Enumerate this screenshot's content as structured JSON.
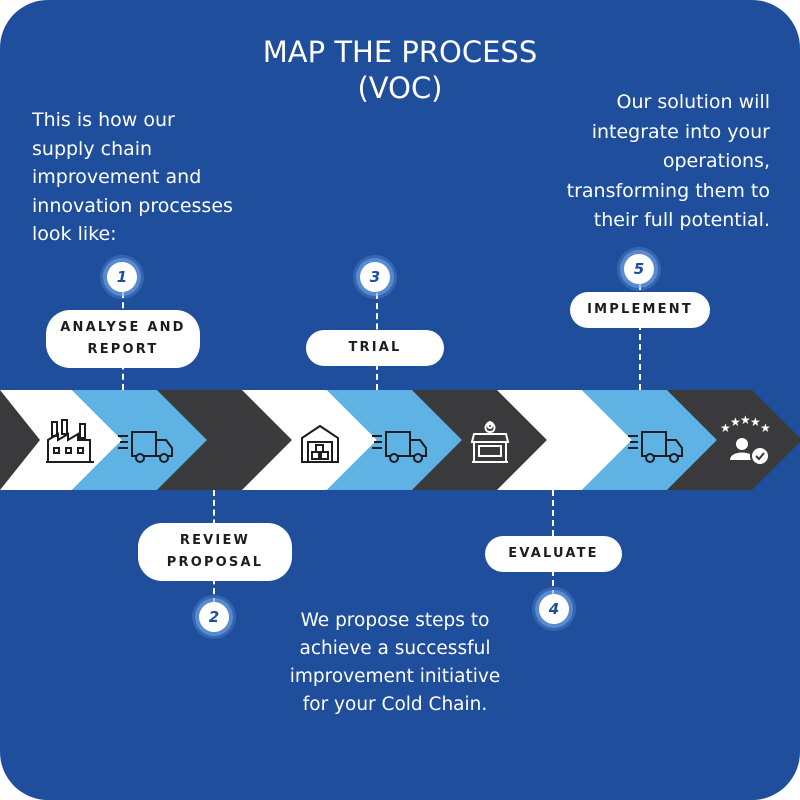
{
  "title": {
    "line1": "MAP THE PROCESS",
    "line2": "(VOC)"
  },
  "intro_text": "This is how our\nsupply chain\nimprovement and\ninnovation processes\nlook like:",
  "outro_text": "Our solution will\nintegrate into your\noperations,\ntransforming them to\ntheir full potential.",
  "bottom_text": "We propose steps to\nachieve a successful\nimprovement initiative\nfor your Cold Chain.",
  "steps": [
    {
      "number": "1",
      "label": "ANALYSE AND\nREPORT"
    },
    {
      "number": "2",
      "label": "REVIEW\nPROPOSAL"
    },
    {
      "number": "3",
      "label": "TRIAL"
    },
    {
      "number": "4",
      "label": "EVALUATE"
    },
    {
      "number": "5",
      "label": "IMPLEMENT"
    }
  ],
  "icons": [
    "factory-icon",
    "truck-icon",
    "warehouse-icon",
    "truck-icon",
    "store-icon",
    "truck-icon",
    "customer-rating-icon"
  ],
  "colors": {
    "background": "#1e4e9c",
    "chevron_dark": "#3a3a3d",
    "chevron_white": "#ffffff",
    "chevron_light_blue": "#5fb3e4"
  }
}
